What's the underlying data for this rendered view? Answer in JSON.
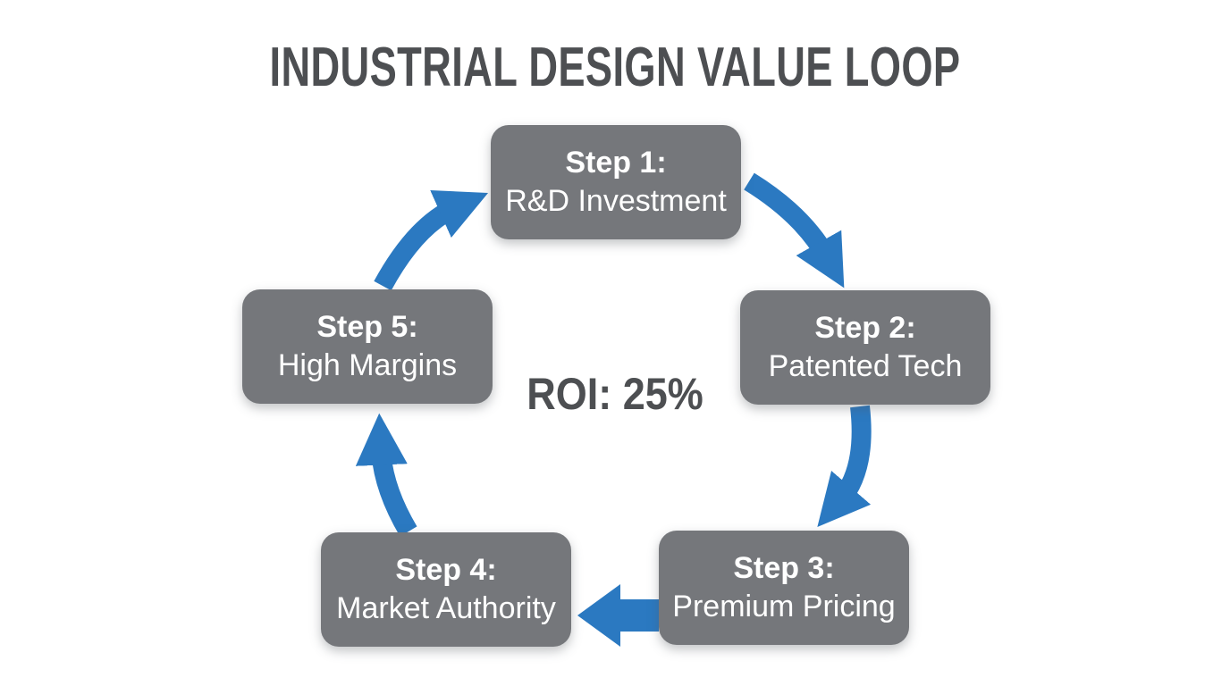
{
  "title": "INDUSTRIAL DESIGN VALUE LOOP",
  "center_label": "ROI: 25%",
  "steps": [
    {
      "label": "Step 1:",
      "name": "R&D Investment"
    },
    {
      "label": "Step 2:",
      "name": "Patented Tech"
    },
    {
      "label": "Step 3:",
      "name": "Premium Pricing"
    },
    {
      "label": "Step 4:",
      "name": "Market Authority"
    },
    {
      "label": "Step 5:",
      "name": "High Margins"
    }
  ],
  "colors": {
    "background": "#ffffff",
    "box-fill": "#75777b",
    "box-text": "#ffffff",
    "arrow": "#2b79c1",
    "title-text": "#4d4f52"
  }
}
